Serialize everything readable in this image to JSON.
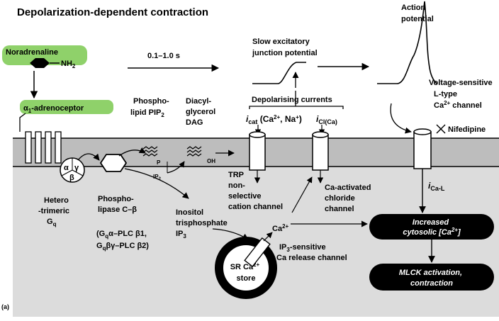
{
  "title": "Depolarization-dependent contraction",
  "panel_label": "(a)",
  "ligand": {
    "name": "Noradrenaline",
    "group": "NH",
    "group_sub": "2"
  },
  "receptor": {
    "prefix": "α",
    "sub": "1",
    "name": "-adrenoceptor"
  },
  "time_label": "0.1–1.0 s",
  "ejp": {
    "line1": "Slow excitatory",
    "line2": "junction potential"
  },
  "action_potential": {
    "line1": "Action",
    "line2": "potential"
  },
  "pip2": {
    "line1": "Phospho-",
    "line2": "lipid PIP",
    "sub": "2"
  },
  "dag": {
    "line1": "Diacyl-",
    "line2": "glycerol",
    "line3": "DAG"
  },
  "depol_currents": "Depolarising currents",
  "icat": {
    "i": "i",
    "sub": "cat",
    "rest": " (Ca",
    "sup": "2+",
    "rest2": ", Na",
    "sup2": "+",
    "rest3": ")"
  },
  "icl": {
    "i": "i",
    "sub": "Cl(Ca)"
  },
  "vs_channel": {
    "line1": "Voltage-sensitive",
    "line2": "L-type",
    "line3a": "Ca",
    "sup": "2+",
    "line3b": " channel"
  },
  "nifedipine": "Nifedipine",
  "g_subunits": {
    "alpha": "α",
    "beta": "β",
    "gamma": "γ"
  },
  "membrane_marks": {
    "p": "P",
    "ip2": "IP",
    "ip2_sub": "2",
    "oh": "OH"
  },
  "gq": {
    "line1": "Hetero",
    "line2": "-trimeric",
    "line3": "G",
    "sub": "q"
  },
  "plc": {
    "line1": "Phospho-",
    "line2": "lipase C–β"
  },
  "plc_iso": {
    "line1": "(G",
    "l1sub": "q",
    "line1b": "α–PLC β1,",
    "line2": "G",
    "l2sub": "q",
    "line2b": "βγ–PLC β2)"
  },
  "ip3": {
    "line1": "Inositol",
    "line2": "trisphosphate",
    "line3": "IP",
    "sub": "3"
  },
  "trp": {
    "line1": "TRP",
    "line2": "non-",
    "line3": "selective",
    "line4": "cation channel"
  },
  "cacl": {
    "line1": "Ca-activated",
    "line2": "chloride",
    "line3": "channel"
  },
  "ica_l": {
    "i": "i",
    "sub": "Ca-L"
  },
  "ca_release": {
    "ca": "Ca",
    "sup": "2+"
  },
  "ip3_channel": {
    "line1a": "IP",
    "sub": "3",
    "line1b": "-sensitive",
    "line2": "Ca release channel"
  },
  "sr_store": {
    "line1a": "SR Ca",
    "sup": "2+",
    "line2": "store"
  },
  "increased_ca": {
    "line1": "Increased",
    "line2a": "cytosolic [Ca",
    "sup": "2+",
    "line2b": "]"
  },
  "mlck": {
    "line1": "MLCK activation,",
    "line2": "contraction"
  },
  "colors": {
    "ligand_bg": "#8fd16a",
    "membrane": "#bdbdbd",
    "cytoplasm": "#dcdcdc",
    "pill": "#000000",
    "pill_text": "#ffffff"
  }
}
